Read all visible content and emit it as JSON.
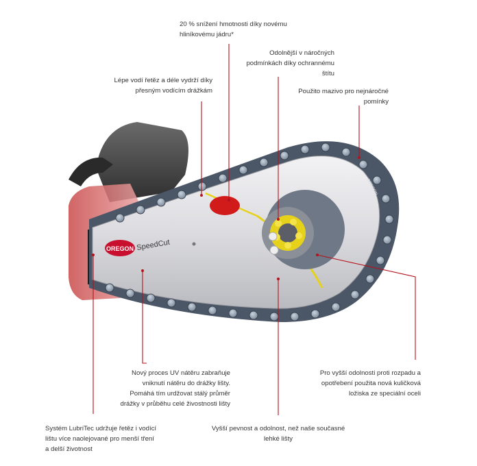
{
  "labels": {
    "weight": "20 % snížení hmotnosti díky novému\nhliníkovému jádru*",
    "durable_shield": "Odolnější v náročných\npodmínkách díky ochrannému\nštítu",
    "guide": "Lépe vodí řetěz a déle vydrží díky\npřesným vodícím drážkám",
    "grease": "Použito mazivo pro nejnáročné\npomínky",
    "uv_coating": "Nový proces UV nátěru zabraňuje\nvniknutí nátěru do drážky lišty.\nPomáhá tím urdžovat stálý průměr\ndrážky v průběhu celé živostnosti lišty",
    "bearing": "Pro vyšší odolnosti proti rozpadu a\nopotřebení   použita nová kuličková\nložiska ze speciální oceli",
    "lubritec": "Systém LubriTec udržuje řetěz i vodící\nlištu více naolejované pro menší  tření\na delší životnost",
    "strength": "Vyšší pevnost a odolnost, než naše současné\nlehké lišty"
  },
  "product": {
    "brand": "OREGON",
    "model": "SpeedCut",
    "sprocket_brand": "OREGON"
  },
  "colors": {
    "leader_line": "#b5121b",
    "bar": "#d9d9dc",
    "chain": "#5a6a80",
    "housing": "#d86a6a",
    "yellow": "#e6d21a"
  }
}
